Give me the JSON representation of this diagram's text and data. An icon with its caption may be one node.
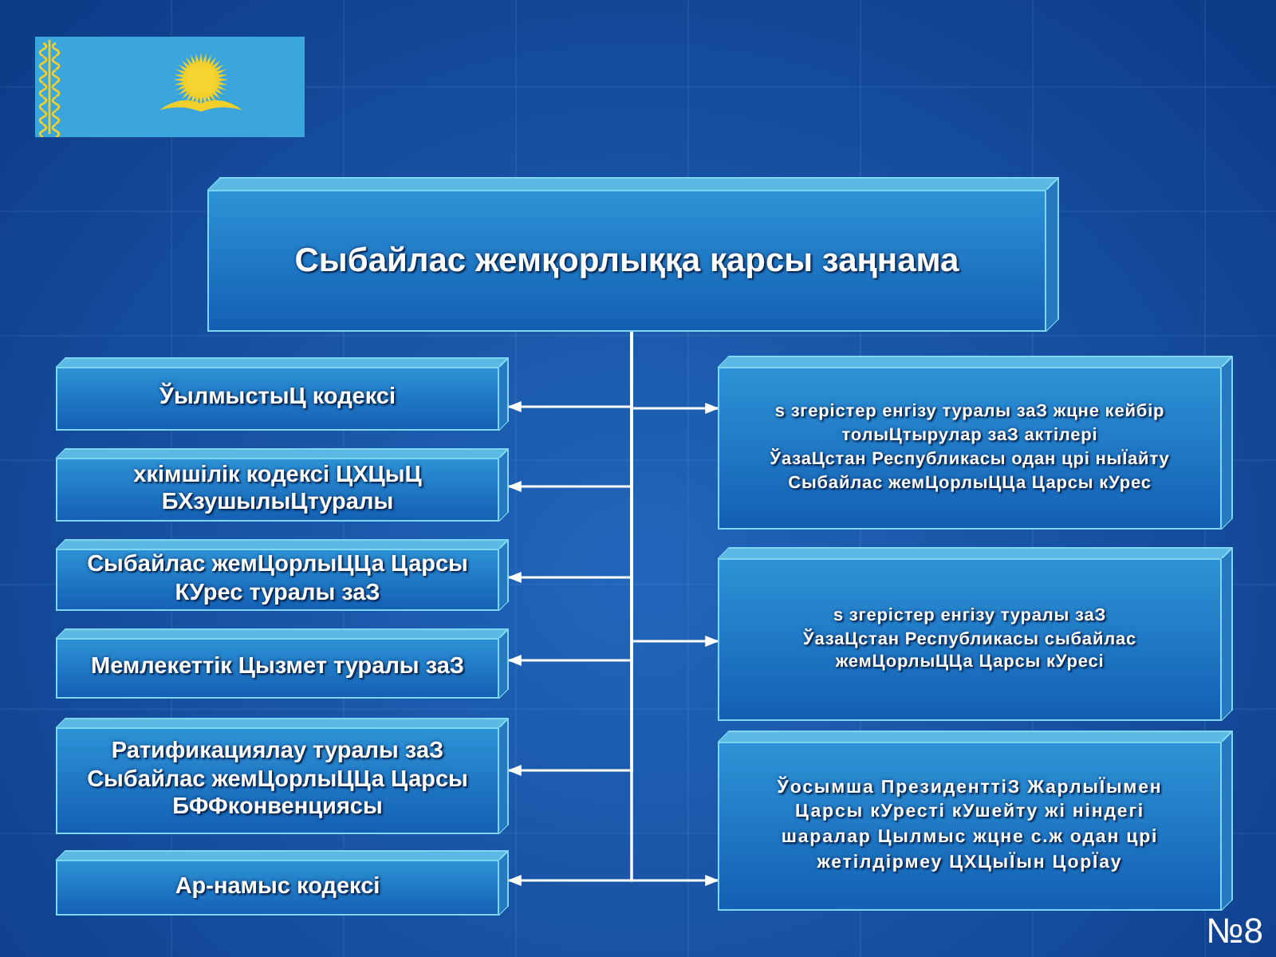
{
  "diagram": {
    "nodes": [
      {
        "text": [
          "Сыбайлас жемқорлыққа қарсы заңнама"
        ]
      },
      {
        "text": [
          "ЎылмыстыЦ кодексі"
        ]
      },
      {
        "text": [
          "хкімшілік кодексі ЦХЦыЦ БХзушылыЦтуралы"
        ]
      },
      {
        "text": [
          "Сыбайлас жемЦорлыЦЦа Царсы КУрес туралы заЗ"
        ]
      },
      {
        "text": [
          "Мемлекеттік Цызмет туралы заЗ"
        ]
      },
      {
        "text": [
          "Ратификациялау туралы заЗ Сыбайлас жемЦорлыЦЦа Царсы БФФконвенциясы"
        ]
      },
      {
        "text": [
          "Ар-намыс кодексі"
        ]
      },
      {
        "text": [
          "s згерістер енгізу туралы заЗ жцне кейбір толыЦтырулар заЗ актілері",
          "ЎазаЦстан Республикасы одан црі ныЇайту Сыбайлас жемЦорлыЦЦа Царсы кУрес"
        ]
      },
      {
        "text": [
          "s згерістер енгізу туралы заЗ ЎазаЦстан Республикасы сыбайлас жемЦорлыЦЦа Царсы кУресі"
        ]
      },
      {
        "text": [
          "Ўосымша ПрезиденттіЗ ЖарлыЇымен Царсы кУресті кУшейту жі ніндегі шаралар Цылмыс жцне с.ж одан црі жетілдірмеу ЦХЦыЇын ЦорЇау"
        ]
      }
    ],
    "edges": [
      {
        "from": 0,
        "to": 1,
        "arrow": "to"
      },
      {
        "from": 0,
        "to": 2,
        "arrow": "to"
      },
      {
        "from": 0,
        "to": 3,
        "arrow": "to"
      },
      {
        "from": 0,
        "to": 4,
        "arrow": "to"
      },
      {
        "from": 0,
        "to": 5,
        "arrow": "to"
      },
      {
        "from": 0,
        "to": 6,
        "arrow": "to"
      },
      {
        "from": 0,
        "to": 7,
        "arrow": "to"
      },
      {
        "from": 0,
        "to": 8,
        "arrow": "to"
      },
      {
        "from": 0,
        "to": 9,
        "arrow": "to"
      }
    ],
    "labels": [
      "№8"
    ]
  }
}
